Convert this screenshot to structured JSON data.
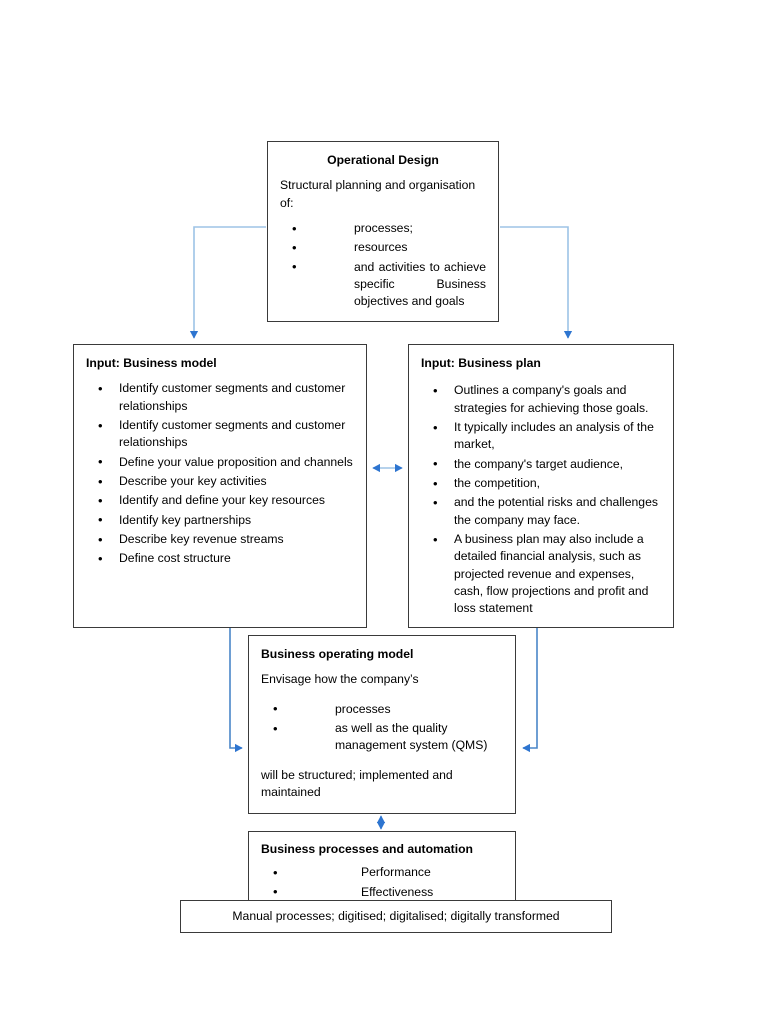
{
  "diagram": {
    "title": "Operating model flow diagram",
    "colors": {
      "box_border": "#3a3a3a",
      "connector_line": "#9DC3E6",
      "arrow_head": "#2E75D0",
      "background": "#ffffff",
      "text": "#000000"
    }
  },
  "boxes": {
    "operational_design": {
      "title": "Operational Design",
      "intro": "Structural planning and organisation of:",
      "bullets": [
        "processes;",
        "resources",
        "and activities to achieve specific Business objectives and goals"
      ]
    },
    "input_business_model": {
      "title": "Input: Business model",
      "bullets": [
        "Identify customer segments and customer relationships",
        "Identify customer segments and customer relationships",
        "Define your value proposition and channels",
        "Describe your key activities",
        "Identify and define your key resources",
        "Identify key partnerships",
        "Describe key revenue streams",
        "Define cost structure"
      ]
    },
    "input_business_plan": {
      "title": "Input: Business plan",
      "bullets": [
        "Outlines a company's goals and strategies for achieving those goals.",
        "It typically includes an analysis of the market,",
        "the company's target audience,",
        "the competition,",
        "and the potential risks and challenges the company may face.",
        " A business plan may also include a detailed financial analysis, such as projected revenue and expenses, cash, flow projections and profit and loss statement"
      ]
    },
    "business_operating_model": {
      "title": "Business operating model",
      "intro": "Envisage how the company’s",
      "bullets": [
        "processes",
        "as well as the quality management system (QMS)"
      ],
      "outro": "will be structured; implemented and maintained"
    },
    "business_processes": {
      "title": "Business processes and automation",
      "bullets": [
        "Performance",
        "Effectiveness"
      ]
    },
    "manual_processes_bar": {
      "label": "Manual processes; digitised; digitalised; digitally transformed"
    }
  },
  "connectors": [
    {
      "name": "operational-design-to-business-model",
      "from": "operational_design",
      "to": "input_business_model",
      "direction": "one-way",
      "shape": "elbow-left-down"
    },
    {
      "name": "operational-design-to-business-plan",
      "from": "operational_design",
      "to": "input_business_plan",
      "direction": "one-way",
      "shape": "elbow-right-down"
    },
    {
      "name": "business-model-to-business-plan",
      "from": "input_business_model",
      "to": "input_business_plan",
      "direction": "two-way",
      "shape": "straight-horizontal"
    },
    {
      "name": "business-model-to-operating-model",
      "from": "input_business_model",
      "to": "business_operating_model",
      "direction": "one-way",
      "shape": "elbow-down-right"
    },
    {
      "name": "business-plan-to-operating-model",
      "from": "input_business_plan",
      "to": "business_operating_model",
      "direction": "one-way",
      "shape": "elbow-down-left"
    },
    {
      "name": "operating-model-to-business-processes",
      "from": "business_operating_model",
      "to": "business_processes",
      "direction": "two-way",
      "shape": "straight-vertical"
    }
  ]
}
